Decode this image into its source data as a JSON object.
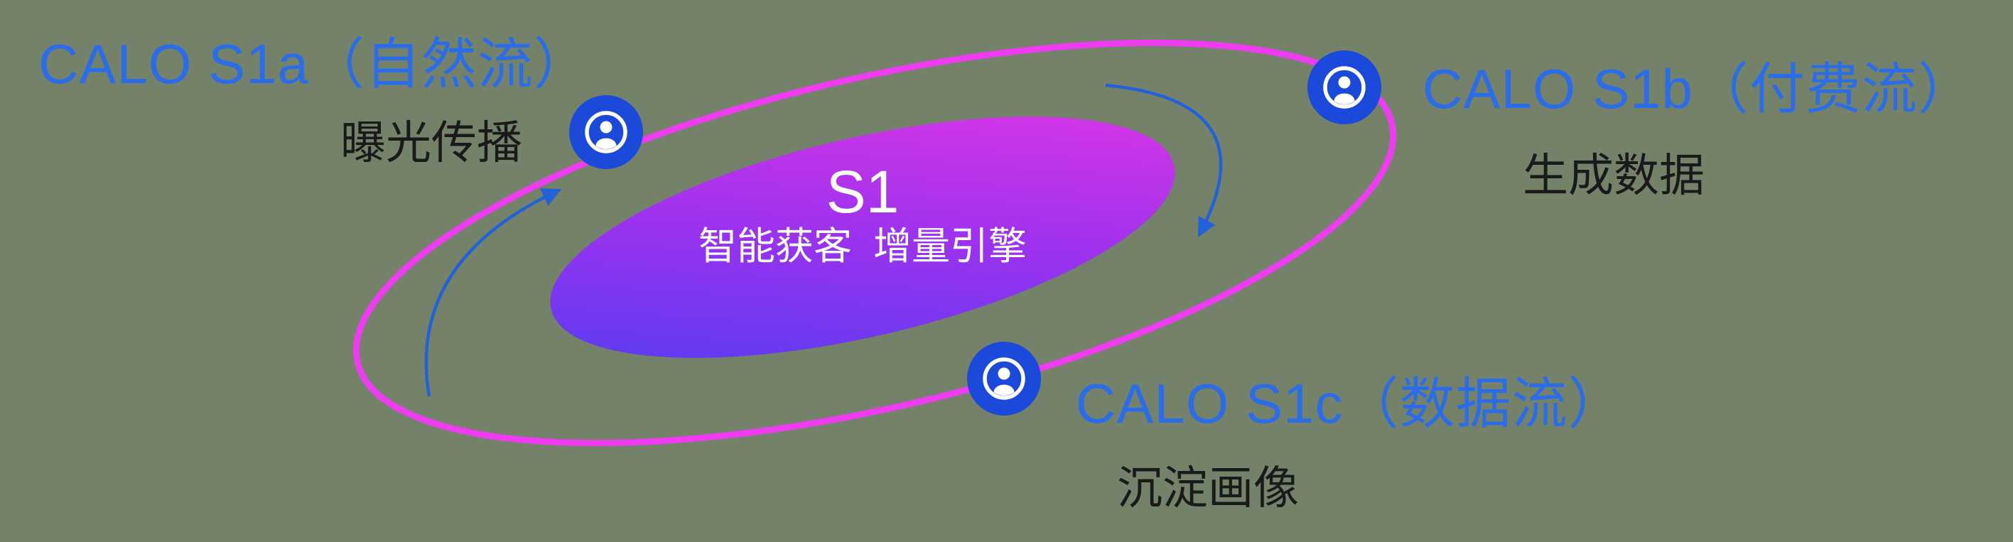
{
  "core": {
    "title": "S1",
    "subtitle": "智能获客  增量引擎"
  },
  "nodes": [
    {
      "id": "s1a",
      "title": "CALO S1a（自然流）",
      "subtitle": "曝光传播"
    },
    {
      "id": "s1b",
      "title": "CALO S1b（付费流）",
      "subtitle": "生成数据"
    },
    {
      "id": "s1c",
      "title": "CALO S1c（数据流）",
      "subtitle": "沉淀画像"
    }
  ],
  "colors": {
    "bg": "#738269",
    "label_blue": "#2b6de9",
    "label_dark": "#1a1a1a",
    "orbit_stroke": "#ee3cf0",
    "core_g1": "#4b3ef2",
    "core_g2": "#9c32ee",
    "core_g3": "#e637e4",
    "icon_blue": "#1b49d9",
    "arrow_blue": "#2261d8"
  },
  "icons": {
    "node_icon": "user-in-circle-icon"
  }
}
